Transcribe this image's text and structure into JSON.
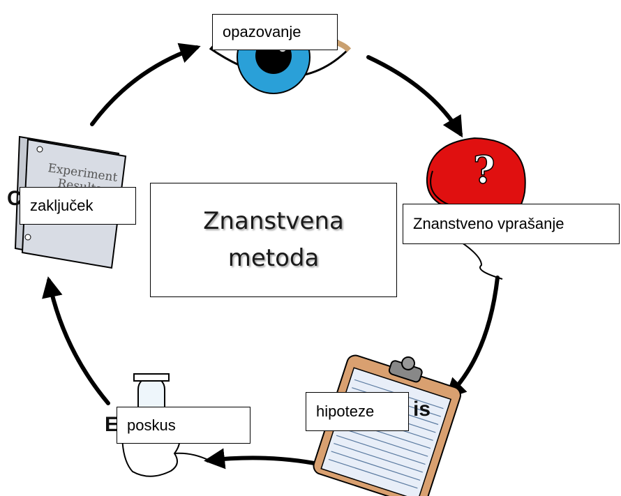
{
  "title": "Znanstvena metoda",
  "steps": [
    {
      "key": "observation",
      "label": "opazovanje"
    },
    {
      "key": "question",
      "label": "Znanstveno vprašanje"
    },
    {
      "key": "hypothesis",
      "label": "hipoteze"
    },
    {
      "key": "experiment",
      "label": "poskus"
    },
    {
      "key": "conclusion",
      "label": "zaključek"
    }
  ],
  "images": {
    "results_binder_text": [
      "Experiment",
      "Results"
    ],
    "question_mark": "?",
    "hidden_fragments": {
      "conclusion": "C",
      "hypothesis": "is",
      "experiment": "E"
    }
  },
  "colors": {
    "iris": "#2aa0d8",
    "pupil": "#000000",
    "head": "#e01010",
    "clipboard": "#d9a070",
    "paper": "#e8eef8",
    "vial_liquid": "#a8d8f0",
    "binder": "#d8dce4",
    "arrow": "#000000"
  },
  "icons": [
    "eye-icon",
    "question-head-icon",
    "clipboard-icon",
    "test-tube-hand-icon",
    "results-binder-icon",
    "cycle-arrow-icon"
  ]
}
